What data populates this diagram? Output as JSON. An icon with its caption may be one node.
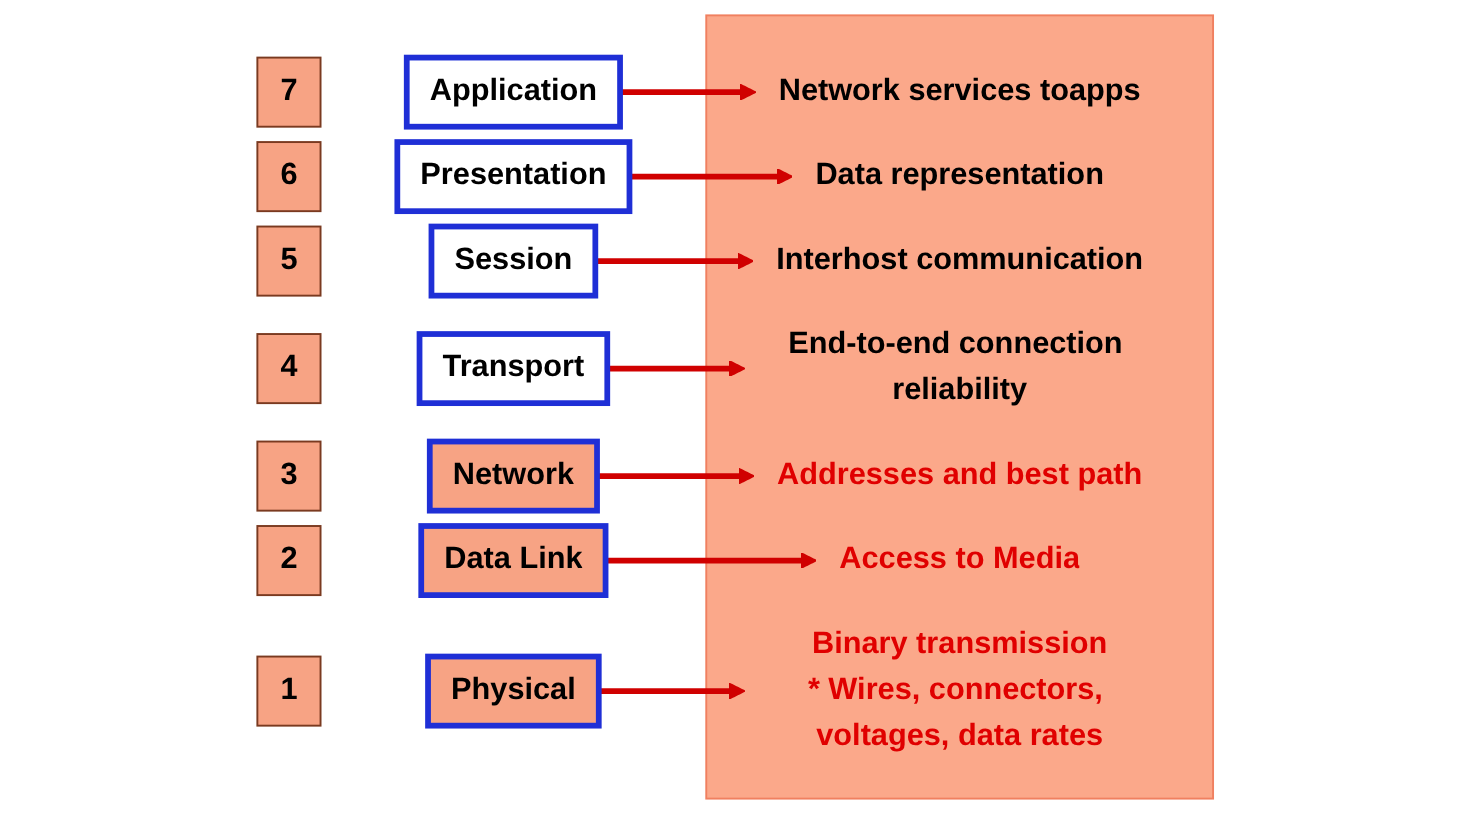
{
  "diagram": {
    "nodes": [
      {
        "text": [
          "7"
        ]
      },
      {
        "text": [
          "Application"
        ]
      },
      {
        "text": [
          "6"
        ]
      },
      {
        "text": [
          "Presentation"
        ]
      },
      {
        "text": [
          "5"
        ]
      },
      {
        "text": [
          "Session"
        ]
      },
      {
        "text": [
          "4"
        ]
      },
      {
        "text": [
          "Transport"
        ]
      },
      {
        "text": [
          "3"
        ]
      },
      {
        "text": [
          "Network"
        ]
      },
      {
        "text": [
          "2"
        ]
      },
      {
        "text": [
          "Data Link"
        ]
      },
      {
        "text": [
          "1"
        ]
      },
      {
        "text": [
          "Physical"
        ]
      },
      {
        "text": [],
        "shape": "box"
      },
      {
        "text": [
          "Network services toapps"
        ],
        "in": 14
      },
      {
        "text": [
          "Data representation"
        ],
        "in": 14
      },
      {
        "text": [
          "Interhost communication"
        ],
        "in": 14
      },
      {
        "text": [
          "End-to-end connection reliability"
        ],
        "in": 14
      },
      {
        "text": [
          "Addresses and best path"
        ],
        "in": 14
      },
      {
        "text": [
          "Access to Media"
        ],
        "in": 14
      },
      {
        "text": [
          "Binary transmission",
          "* Wires, connectors, voltages, data rates"
        ],
        "in": 14
      }
    ],
    "edges": [
      {
        "from": 1,
        "to": 15,
        "arrow": "to"
      },
      {
        "from": 3,
        "to": 16,
        "arrow": "to"
      },
      {
        "from": 5,
        "to": 17,
        "arrow": "to"
      },
      {
        "from": 7,
        "to": 18,
        "arrow": "to"
      },
      {
        "from": 9,
        "to": 19,
        "arrow": "to"
      },
      {
        "from": 11,
        "to": 20,
        "arrow": "to"
      },
      {
        "from": 13,
        "to": 21,
        "arrow": "to"
      }
    ]
  }
}
